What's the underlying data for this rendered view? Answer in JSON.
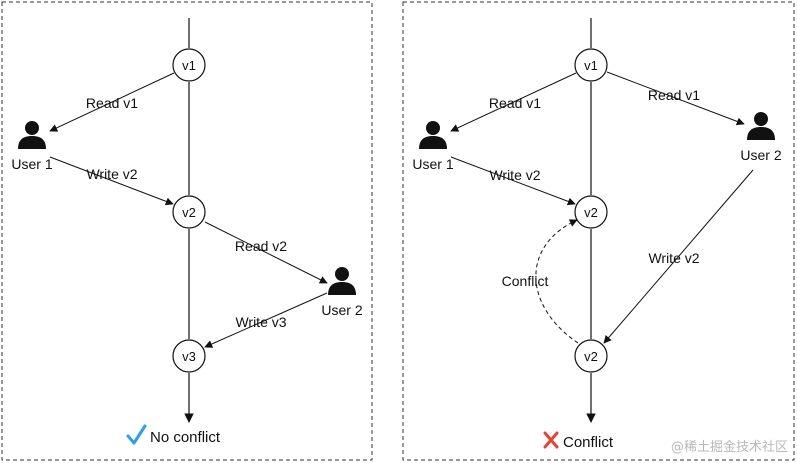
{
  "left_panel": {
    "nodes": [
      "v1",
      "v2",
      "v3"
    ],
    "user1_label": "User 1",
    "user2_label": "User 2",
    "edges": {
      "read_v1": "Read v1",
      "write_v2": "Write v2",
      "read_v2": "Read v2",
      "write_v3": "Write v3"
    },
    "status": "No conflict",
    "status_color": "#2a9df4"
  },
  "right_panel": {
    "nodes": [
      "v1",
      "v2",
      "v2"
    ],
    "user1_label": "User 1",
    "user2_label": "User 2",
    "edges": {
      "user1_read_v1": "Read v1",
      "user2_read_v1": "Read v1",
      "user1_write_v2": "Write v2",
      "user2_write_v2": "Write v2",
      "conflict": "Conflict"
    },
    "status": "Conflict",
    "status_color": "#e8432e"
  },
  "watermark": "@稀土掘金技术社区"
}
